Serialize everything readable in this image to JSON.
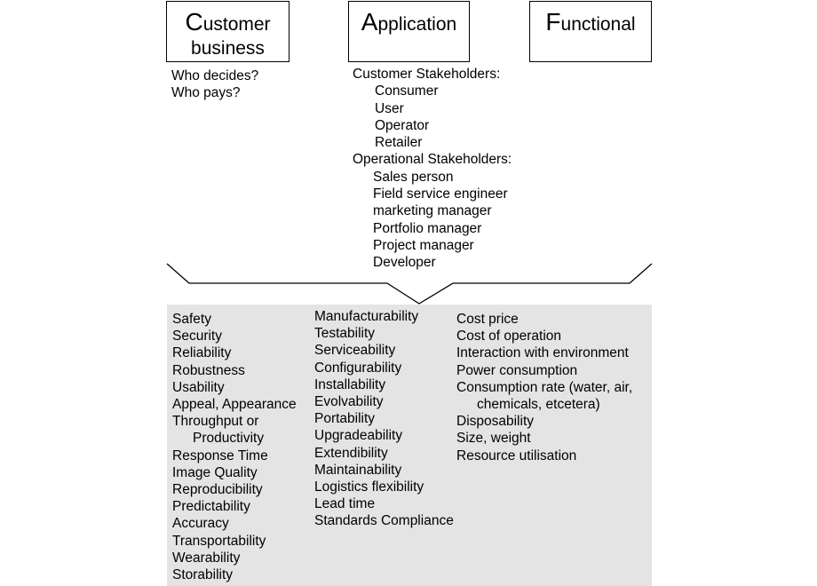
{
  "headers": [
    {
      "initial": "C",
      "rest_line1": "ustomer",
      "line2": "business"
    },
    {
      "initial": "A",
      "rest_line1": "pplication",
      "line2": ""
    },
    {
      "initial": "F",
      "rest_line1": "unctional",
      "line2": ""
    }
  ],
  "customer_questions": [
    "Who decides?",
    "Who pays?"
  ],
  "stakeholders": {
    "customer_header": "Customer Stakeholders:",
    "customer_items": [
      "Consumer",
      "User",
      "Operator",
      "Retailer"
    ],
    "operational_header": "Operational Stakeholders:",
    "operational_items": [
      "Sales person",
      "Field service engineer",
      "marketing manager",
      "Portfolio manager",
      "Project manager",
      "Developer"
    ]
  },
  "qualities": {
    "column1": [
      "Safety",
      "Security",
      "Reliability",
      "Robustness",
      "Usability",
      "Appeal, Appearance",
      "Throughput or",
      "Productivity",
      "Response Time",
      "Image Quality",
      "Reproducibility",
      "Predictability",
      "Accuracy",
      "Transportability",
      "Wearability",
      "Storability"
    ],
    "column2": [
      "Manufacturability",
      "Testability",
      "Serviceability",
      "Configurability",
      "Installability",
      "Evolvability",
      "Portability",
      "Upgradeability",
      "Extendibility",
      "Maintainability",
      "Logistics flexibility",
      "Lead time",
      "Standards Compliance"
    ],
    "column3": [
      "Cost price",
      "Cost of operation",
      "Interaction with environment",
      "Power consumption",
      "Consumption rate (water, air,",
      "chemicals, etcetera)",
      "Disposability",
      "Size, weight",
      "Resource utilisation"
    ]
  }
}
